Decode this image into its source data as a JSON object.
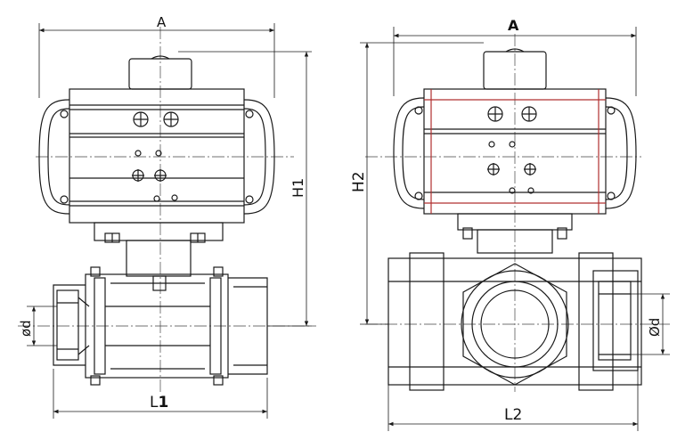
{
  "left_view": {
    "dim_top": "A",
    "dim_height": "H1",
    "dim_bore": "ød",
    "dim_length_prefix": "L",
    "dim_length_suffix": "1"
  },
  "right_view": {
    "dim_top": "A",
    "dim_height": "H2",
    "dim_bore": "Ød",
    "dim_length": "L2"
  },
  "colors": {
    "line": "#1a1a1a",
    "centerline": "#444444",
    "accent": "#b03030"
  }
}
